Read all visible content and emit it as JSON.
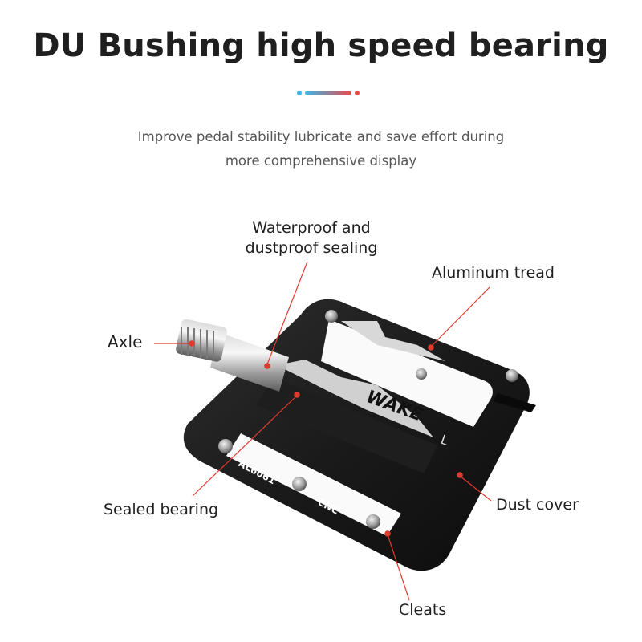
{
  "header": {
    "title": "DU Bushing high speed bearing",
    "subtitle_line1": "Improve pedal stability lubricate and save effort during",
    "subtitle_line2": "more comprehensive display"
  },
  "product": {
    "brand_mark": "WAKE",
    "side_mark": "L",
    "alloy_mark": "AL6061",
    "process_mark": "CNC"
  },
  "callouts": {
    "waterproof_line1": "Waterproof and",
    "waterproof_line2": "dustproof sealing",
    "aluminum_tread": "Aluminum tread",
    "axle": "Axle",
    "sealed_bearing": "Sealed bearing",
    "dust_cover": "Dust cover",
    "cleats": "Cleats"
  },
  "colors": {
    "accent_red": "#e03a2f",
    "divider_blue": "#3bb8e6"
  }
}
